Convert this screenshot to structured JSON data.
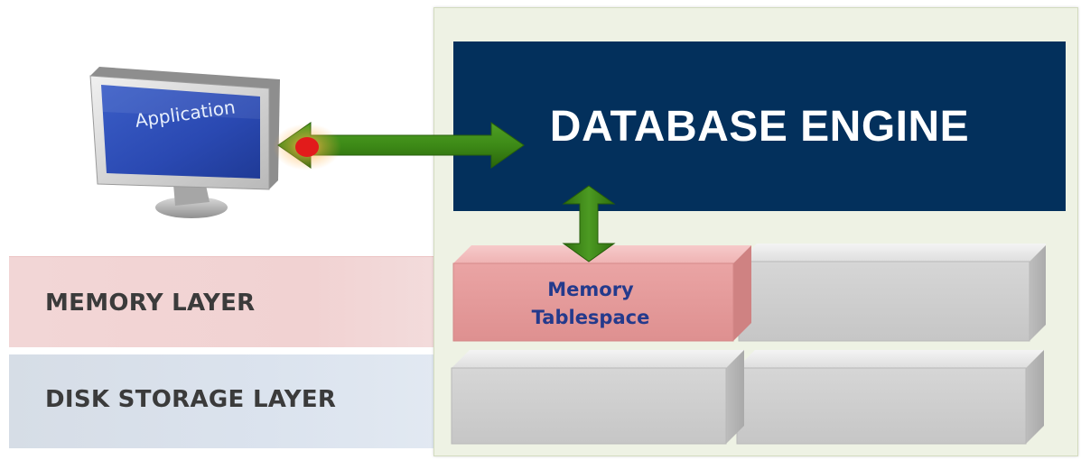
{
  "diagram": {
    "engine_title": "DATABASE ENGINE",
    "application_label": "Application",
    "memory_layer_label": "MEMORY LAYER",
    "disk_layer_label": "DISK STORAGE LAYER",
    "memory_tablespace": [
      "Memory",
      "Tablespace"
    ]
  },
  "colors": {
    "engine": "#03305c",
    "arrow": "#3f8a17",
    "memory_block": "#e79b9b",
    "storage_block": "#cccccc",
    "panel": "#eef2e4"
  }
}
